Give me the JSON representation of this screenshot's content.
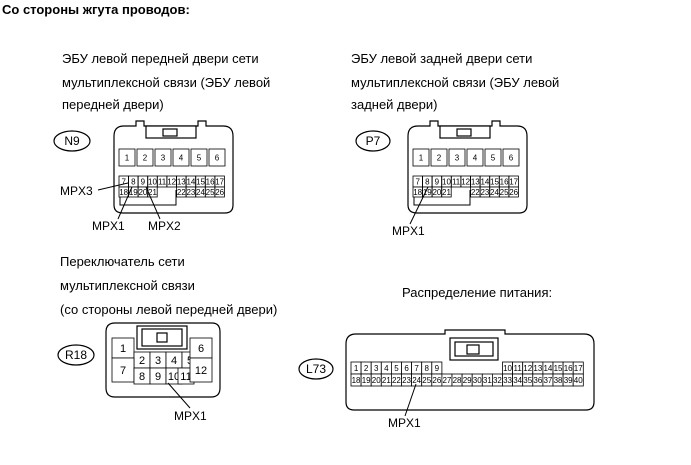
{
  "heading": "Со стороны жгута проводов:",
  "connectors": {
    "n9": {
      "title_lines": [
        "ЭБУ левой передней двери сети",
        "мультиплексной связи (ЭБУ левой",
        "передней двери)"
      ],
      "badge": "N9",
      "top_pins": [
        "1",
        "2",
        "3",
        "4",
        "5",
        "6"
      ],
      "mid_pins": [
        "7",
        "8",
        "9",
        "10",
        "11",
        "12",
        "13",
        "14",
        "15",
        "16",
        "17"
      ],
      "bot_left_pins": [
        "18",
        "19",
        "20",
        "21"
      ],
      "bot_right_pins": [
        "22",
        "23",
        "24",
        "25",
        "26"
      ],
      "callouts": [
        "MPX3",
        "MPX1",
        "MPX2"
      ]
    },
    "p7": {
      "title_lines": [
        "ЭБУ левой задней двери сети",
        "мультиплексной связи (ЭБУ левой",
        "задней двери)"
      ],
      "badge": "P7",
      "top_pins": [
        "1",
        "2",
        "3",
        "4",
        "5",
        "6"
      ],
      "mid_pins": [
        "7",
        "8",
        "9",
        "10",
        "11",
        "12",
        "13",
        "14",
        "15",
        "16",
        "17"
      ],
      "bot_left_pins": [
        "18",
        "19",
        "20",
        "21"
      ],
      "bot_right_pins": [
        "22",
        "23",
        "24",
        "25",
        "26"
      ],
      "callouts": [
        "MPX1"
      ]
    },
    "r18": {
      "title_lines": [
        "Переключатель сети",
        "мультиплексной связи",
        "(со стороны левой передней двери)"
      ],
      "badge": "R18",
      "pins": [
        "1",
        "2",
        "3",
        "4",
        "5",
        "6",
        "7",
        "8",
        "9",
        "10",
        "11",
        "12"
      ],
      "callouts": [
        "MPX1"
      ]
    },
    "l73": {
      "title_lines": [
        "Распределение питания:"
      ],
      "badge": "L73",
      "top_left_pins": [
        "1",
        "2",
        "3",
        "4",
        "5",
        "6",
        "7",
        "8",
        "9"
      ],
      "top_right_pins": [
        "10",
        "11",
        "12",
        "13",
        "14",
        "15",
        "16",
        "17"
      ],
      "bottom_pins": [
        "18",
        "19",
        "20",
        "21",
        "22",
        "23",
        "24",
        "25",
        "26",
        "27",
        "28",
        "29",
        "30",
        "31",
        "32",
        "33",
        "34",
        "35",
        "36",
        "37",
        "38",
        "39",
        "40"
      ],
      "callouts": [
        "MPX1"
      ]
    }
  }
}
